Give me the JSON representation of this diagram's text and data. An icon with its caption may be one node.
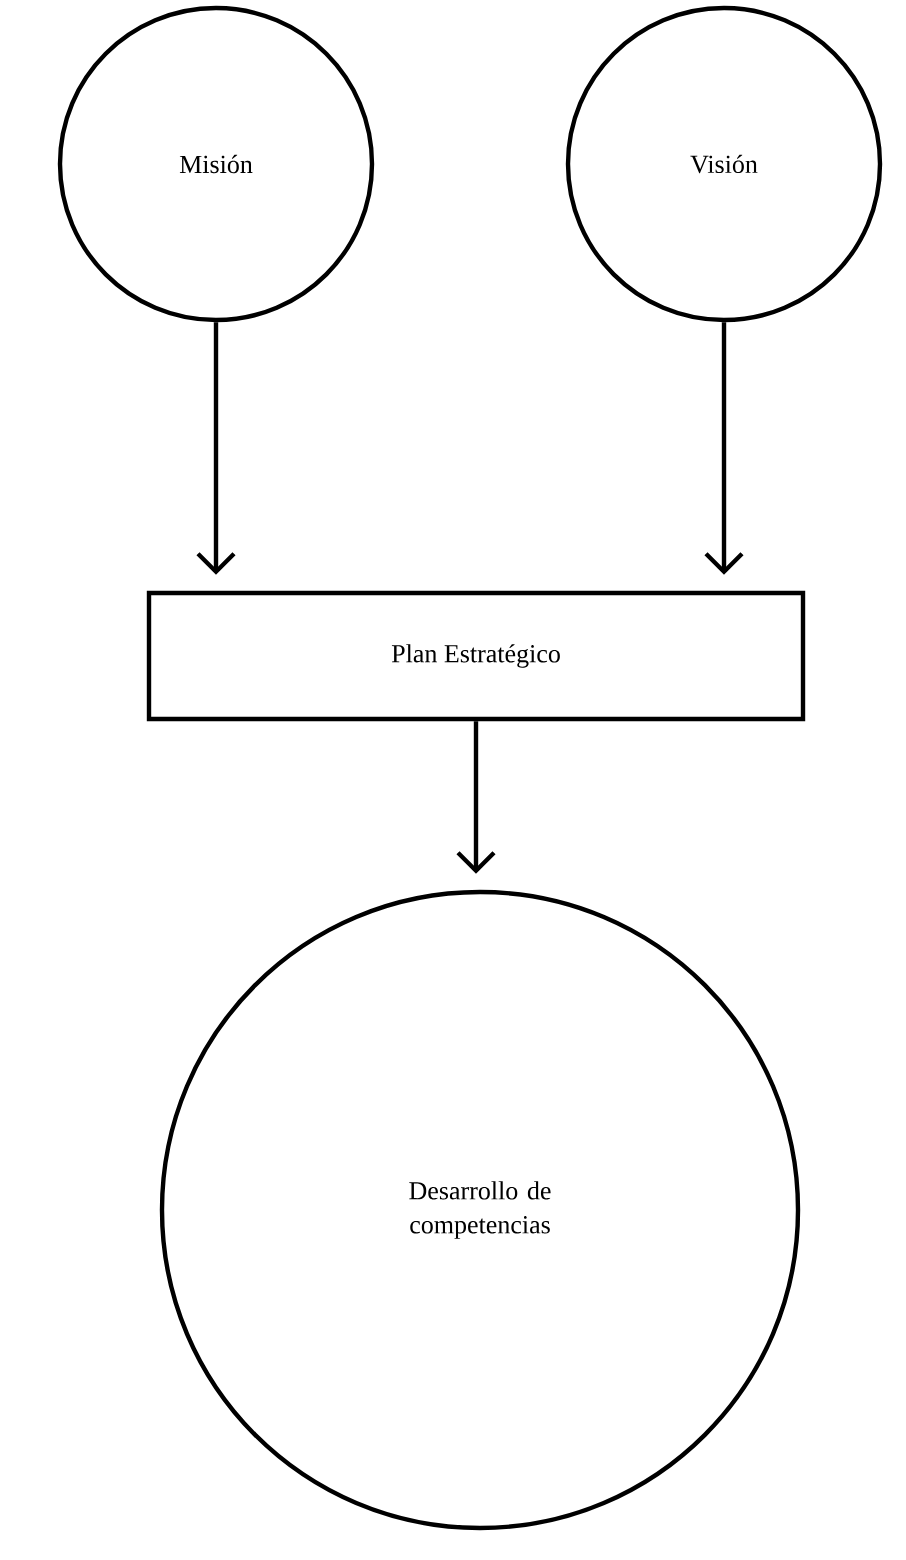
{
  "diagram": {
    "nodes": [
      {
        "text": [
          "Misión"
        ]
      },
      {
        "text": [
          "Visión"
        ]
      },
      {
        "text": [
          "Plan Estratégico"
        ]
      },
      {
        "text": [
          "Desarrollo de competencias"
        ]
      }
    ],
    "edges": [
      {
        "from": 0,
        "to": 2,
        "arrow": "to"
      },
      {
        "from": 1,
        "to": 2,
        "arrow": "to"
      },
      {
        "from": 2,
        "to": 3,
        "arrow": "to"
      }
    ]
  }
}
